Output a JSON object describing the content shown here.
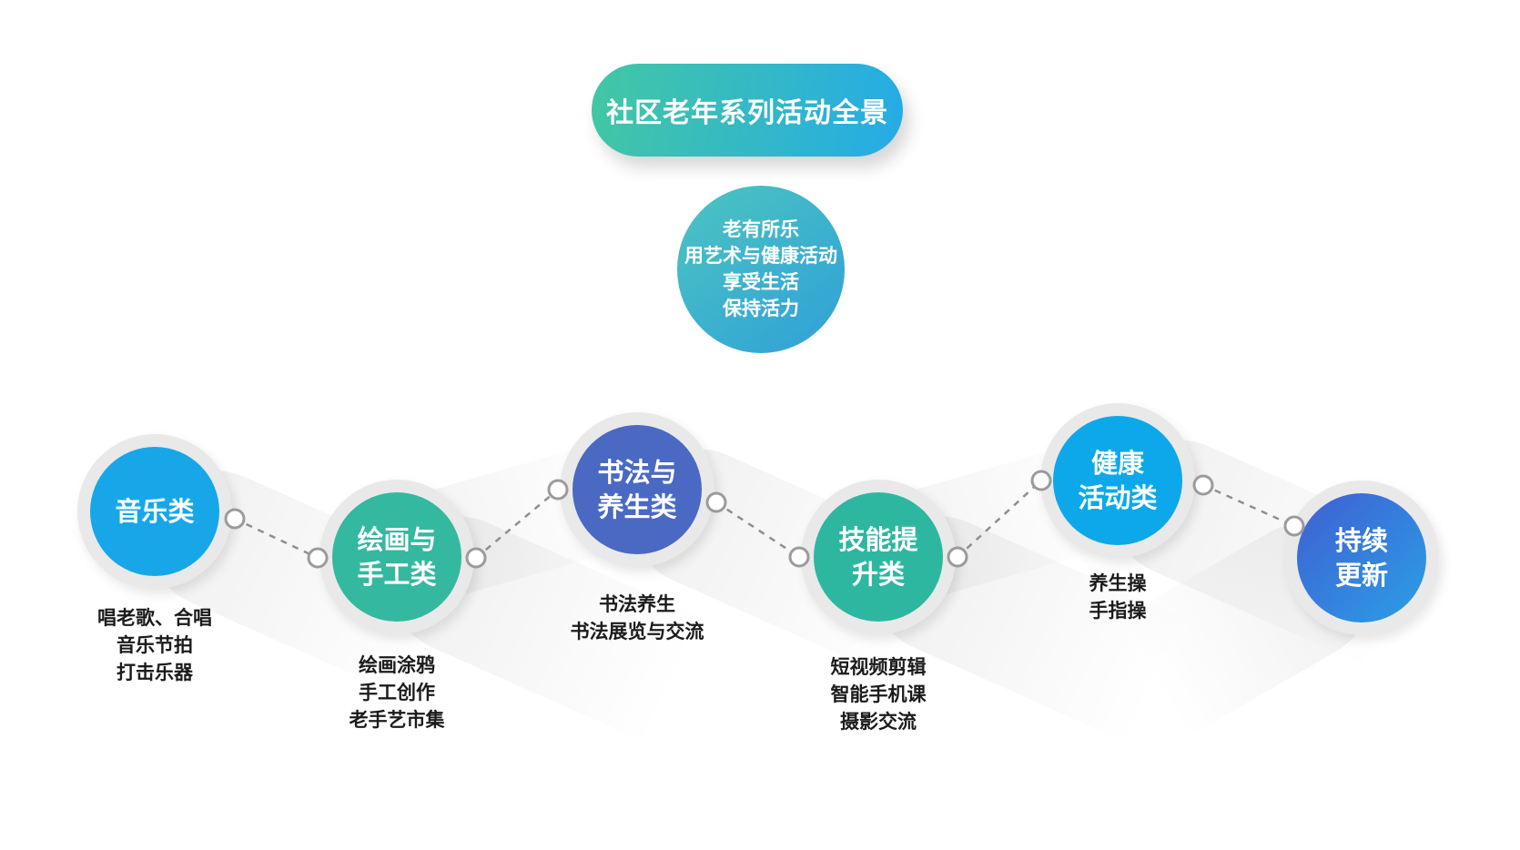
{
  "banner": {
    "label": "社区老年系列活动全景",
    "background": "linear-gradient(100deg, #43c7a3, #25abe7)"
  },
  "intro": {
    "lines": [
      "老有所乐",
      "用艺术与健康活动",
      "享受生活",
      "保持活力"
    ],
    "background": "linear-gradient(140deg, #4cc5c0, #2fa0d9)"
  },
  "nodes": [
    {
      "title_line1": "音乐类",
      "color": "#17a7e9",
      "items": [
        "唱老歌、合唱",
        "音乐节拍",
        "打击乐器"
      ]
    },
    {
      "title_line1": "绘画与",
      "title_line2": "手工类",
      "color": "#35b8a0",
      "items": [
        "绘画涂鸦",
        "手工创作",
        "老手艺市集"
      ]
    },
    {
      "title_line1": "书法与",
      "title_line2": "养生类",
      "color": "#4a69c2",
      "items": [
        "书法养生",
        "书法展览与交流"
      ]
    },
    {
      "title_line1": "技能提",
      "title_line2": "升类",
      "color": "#2eb7a0",
      "items": [
        "短视频剪辑",
        "智能手机课",
        "摄影交流"
      ]
    },
    {
      "title_line1": "健康",
      "title_line2": "活动类",
      "color": "#0ca8ea",
      "items": [
        "养生操",
        "手指操"
      ]
    },
    {
      "title_line1": "持续",
      "title_line2": "更新",
      "color": "linear-gradient(135deg, #3f5fd2, #2b9fe6)",
      "items": []
    }
  ],
  "connector": {
    "dot_fill": "#ffffff",
    "dot_stroke": "#9b9b9b",
    "line_color": "#8f8f8f"
  }
}
